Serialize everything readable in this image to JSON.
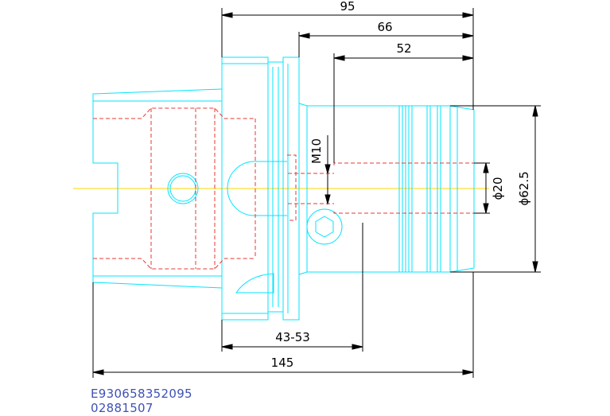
{
  "dimensions": {
    "total_length": "95",
    "length_66": "66",
    "length_52": "52",
    "clamp_range": "43-53",
    "overall_length": "145",
    "thread": "M10",
    "bore_diameter": "ϕ20",
    "outer_diameter": "ϕ62.5"
  },
  "codes": {
    "order_code": "E930658352095",
    "part_number": "02881507"
  },
  "colors": {
    "outline": "#00e5ff",
    "hidden": "#e53935",
    "centerline": "#ffd600",
    "dimension": "#000000",
    "code_text": "#3f51b5"
  }
}
